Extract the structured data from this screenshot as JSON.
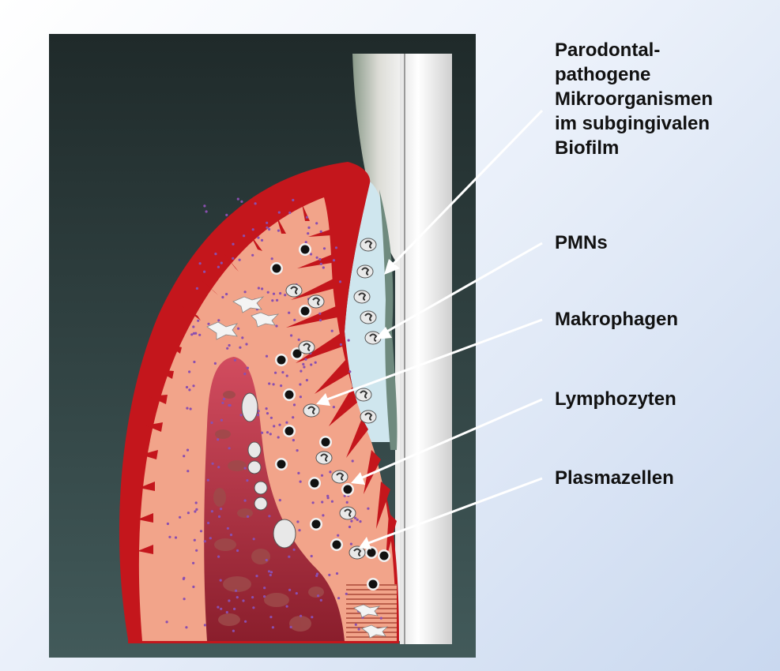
{
  "labels": {
    "biofilm": [
      "Parodontal-",
      "pathogene",
      "Mikroorganismen",
      "im subgingivalen",
      "Biofilm"
    ],
    "pmns": "PMNs",
    "macrophages": "Makrophagen",
    "lymphocytes": "Lymphozyten",
    "plasma_cells": "Plasmazellen"
  },
  "colors": {
    "panel_top": "#1f2b2b",
    "panel_bottom": "#3d5656",
    "gingiva_outer": "#c4161c",
    "connective_tissue": "#f2a48a",
    "bone": "#b03a48",
    "bone_dark": "#7a1a26",
    "tooth": "#f2f2f2",
    "pocket_fluid": "#cfe6ee",
    "bacteria_dots": "#8a4fb0",
    "pointer": "#ffffff"
  }
}
